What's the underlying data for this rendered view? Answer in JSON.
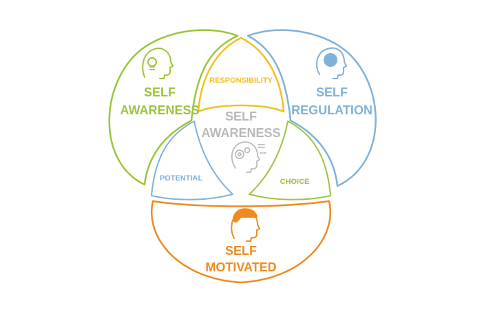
{
  "colors": {
    "green": "#9cc43c",
    "blue": "#7fb2d9",
    "orange": "#f08a1e",
    "yellow": "#f1bf25",
    "gray": "#b9b9b9",
    "background": "#ffffff"
  },
  "segments": {
    "awareness": {
      "line1": "SELF",
      "line2": "AWARENESS",
      "icon": "lightbulb-head-icon"
    },
    "regulation": {
      "line1": "SELF",
      "line2": "REGULATION",
      "icon": "brain-head-icon"
    },
    "motivated": {
      "line1": "SELF",
      "line2": "MOTIVATED",
      "icon": "cap-head-icon"
    }
  },
  "overlaps": {
    "responsibility": "RESPONSIBILITY",
    "potential": "POTENTIAL",
    "choice": "CHOICE"
  },
  "center": {
    "line1": "SELF",
    "line2": "AWARENESS",
    "icon": "gears-head-icon"
  }
}
